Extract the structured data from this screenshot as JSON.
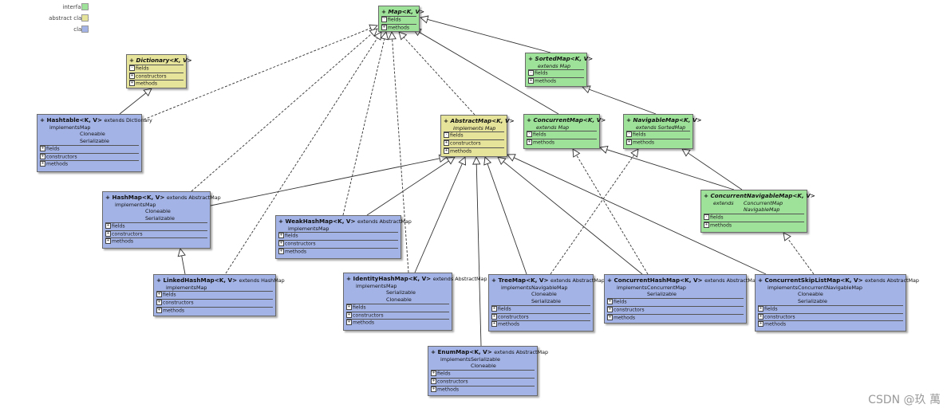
{
  "legend": [
    {
      "label": "interface:",
      "color": "#9ee29a"
    },
    {
      "label": "abstract class:",
      "color": "#e6e39a"
    },
    {
      "label": "class:",
      "color": "#a3b3e6"
    }
  ],
  "sections": {
    "fields": "fields",
    "constructors": "constructors",
    "methods": "methods"
  },
  "nodes": {
    "map": {
      "title": "+ Map<K, V>"
    },
    "dictionary": {
      "title": "+ Dictionary<K, V>"
    },
    "sortedmap": {
      "title": "+ SortedMap<K, V>",
      "extends": "extends   Map"
    },
    "hashtable": {
      "title": "+ Hashtable<K, V>",
      "ext": "extends Dictionary",
      "impl": "implements",
      "items": [
        "Map",
        "Cloneable",
        "Serializable"
      ]
    },
    "abstractmap": {
      "title": "+ AbstractMap<K, V>",
      "impl": "implements   Map"
    },
    "concurrentmap": {
      "title": "+ ConcurrentMap<K, V>",
      "extends": "extends   Map"
    },
    "navigablemap": {
      "title": "+ NavigableMap<K, V>",
      "extends": "extends   SortedMap"
    },
    "hashmap": {
      "title": "+ HashMap<K, V>",
      "ext": "extends AbstractMap",
      "impl": "implements",
      "items": [
        "Map",
        "Cloneable",
        "Serializable"
      ]
    },
    "weakhashmap": {
      "title": "+ WeakHashMap<K, V>",
      "ext": "extends AbstractMap",
      "impl": "implements",
      "items": [
        "Map"
      ]
    },
    "concurrentnavigablemap": {
      "title": "+ ConcurrentNavigableMap<K, V>",
      "extends": "extends",
      "items": [
        "ConcurrentMap",
        "NavigableMap"
      ]
    },
    "linkedhashmap": {
      "title": "+ LinkedHashMap<K, V>",
      "ext": "extends HashMap",
      "impl": "implements",
      "items": [
        "Map"
      ]
    },
    "identityhashmap": {
      "title": "+ IdentityHashMap<K, V>",
      "ext": "extends AbstractMap",
      "impl": "implements",
      "items": [
        "Map",
        "Serializable",
        "Cloneable"
      ]
    },
    "treemap": {
      "title": "+ TreeMap<K, V>",
      "ext": "extends AbstractMap",
      "impl": "implements",
      "items": [
        "NavigableMap",
        "Cloneable",
        "Serializable"
      ]
    },
    "concurrenthashmap": {
      "title": "+ ConcurrentHashMap<K, V>",
      "ext": "extends AbstractMap",
      "impl": "implements",
      "items": [
        "ConcurrentMap",
        "Serializable"
      ]
    },
    "concurrentskiplistmap": {
      "title": "+ ConcurrentSkipListMap<K, V>",
      "ext": "extends AbstractMap",
      "impl": "implements",
      "items": [
        "ConcurrentNavigableMap",
        "Cloneable",
        "Serializable"
      ]
    },
    "enummap": {
      "title": "+ EnumMap<K, V>",
      "ext": "extends AbstractMap",
      "impl": "implements",
      "items": [
        "Serializable",
        "Cloneable"
      ]
    }
  },
  "watermark": "CSDN @玖 萬"
}
